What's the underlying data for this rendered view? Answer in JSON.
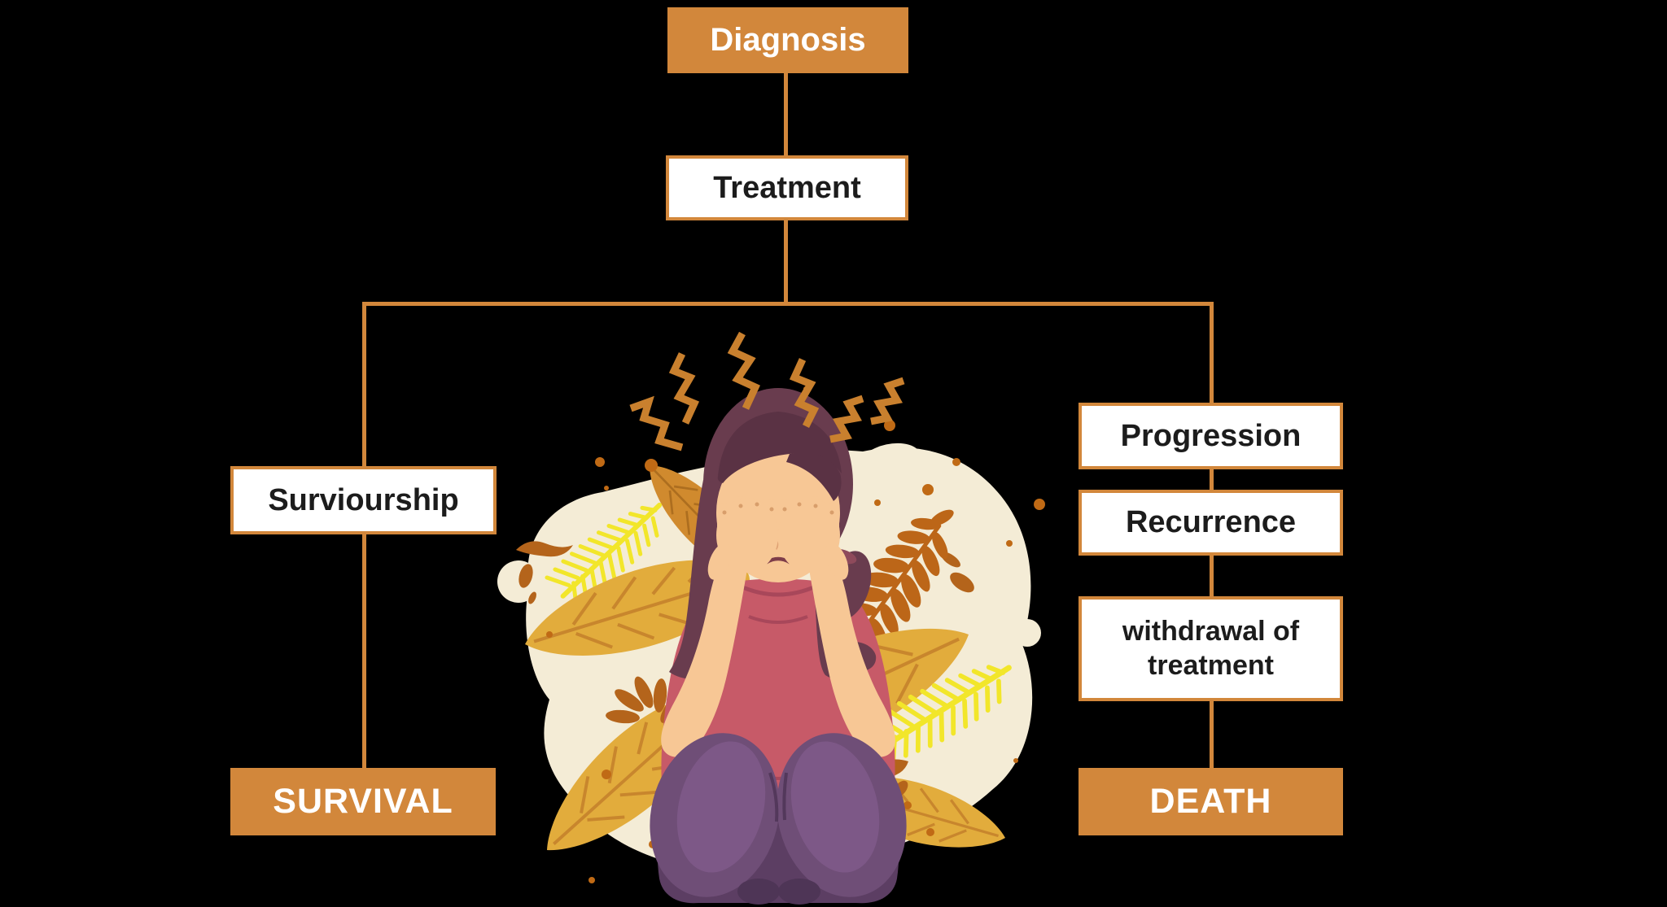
{
  "page": {
    "background_color": "#000000",
    "accent_color": "#D2873B",
    "box_text_dark": "#1C1C1C",
    "box_text_light": "#FFFFFF"
  },
  "nodes": {
    "diagnosis": {
      "label": "Diagnosis",
      "style": "solid"
    },
    "treatment": {
      "label": "Treatment",
      "style": "outline"
    },
    "surviourship": {
      "label": "Surviourship",
      "style": "outline"
    },
    "survival": {
      "label": "SURVIVAL",
      "style": "solid"
    },
    "progression": {
      "label": "Progression",
      "style": "outline"
    },
    "recurrence": {
      "label": "Recurrence",
      "style": "outline"
    },
    "withdrawal": {
      "label": "withdrawal of treatment",
      "style": "outline"
    },
    "death": {
      "label": "DEATH",
      "style": "solid"
    }
  },
  "illustration": {
    "name": "stressed-woman-covering-face",
    "palette": {
      "cream_blob": "#F4ECD6",
      "gold_leaf": "#E2AC3C",
      "gold_leaf_vein": "#C8862D",
      "dark_gold_leaf": "#D08A2E",
      "brown_leaflet": "#BC6618",
      "splash_brown": "#B4641B",
      "yellow_fern": "#F2E62A",
      "stress_mark_orange": "#C9802E",
      "hair": "#693C4E",
      "bangs": "#5A3244",
      "skin": "#F7C795",
      "shirt": "#C75A68",
      "pants_light": "#7D5887",
      "pants_mid": "#6F4E77",
      "pants_dark": "#5C3E63"
    }
  }
}
